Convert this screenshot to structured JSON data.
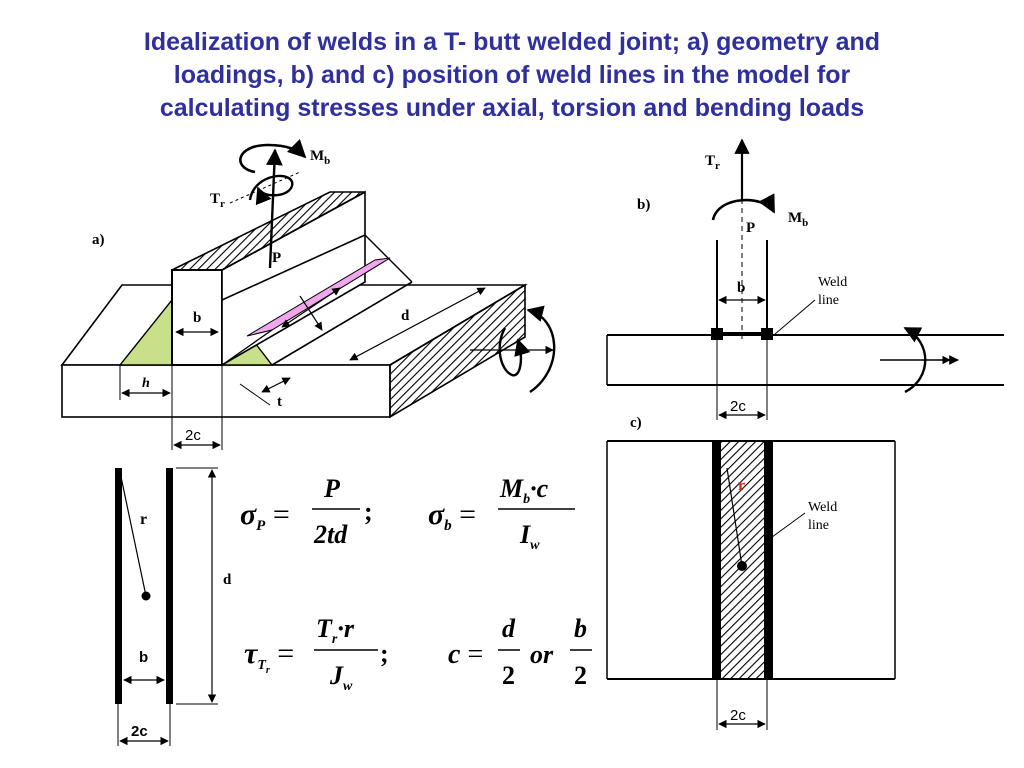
{
  "slide": {
    "title_lines": [
      "Idealization of welds in a T- butt welded joint; a) geometry and",
      "loadings, b) and c) position of weld lines in the model for",
      "calculating stresses under axial, torsion and bending loads"
    ],
    "colors": {
      "title": "#2f2f9e",
      "weld_fill": "#c8e08a",
      "plane_fill": "#f2a6ee",
      "red_label": "#e02020"
    }
  },
  "panel_a": {
    "label": "a)",
    "moment": "M",
    "moment_sub": "b",
    "torque": "T",
    "torque_sub": "r",
    "load": "P",
    "width": "b",
    "length": "d",
    "throat": "t",
    "leg": "h",
    "span": "2c"
  },
  "panel_b": {
    "label": "b)",
    "torque": "T",
    "torque_sub": "r",
    "moment": "M",
    "moment_sub": "b",
    "load": "P",
    "width": "b",
    "weld_line_1": "Weld",
    "weld_line_2": "line",
    "span": "2c"
  },
  "panel_c": {
    "label": "c)",
    "radius": "r",
    "weld_line_1": "Weld",
    "weld_line_2": "line",
    "span": "2c"
  },
  "sketch": {
    "radius": "r",
    "width": "b",
    "length": "d",
    "span": "2c"
  },
  "formulas": {
    "sigma_p_sub": "P",
    "sigma_p_num": "P",
    "sigma_p_den": "2td",
    "sigma_b_sub": "b",
    "sigma_b_num_m": "M",
    "sigma_b_num_sub": "b",
    "sigma_b_num_c": "·c",
    "sigma_b_den": "I",
    "sigma_b_den_sub": "w",
    "tau_sub": "T",
    "tau_sub_sub": "r",
    "tau_num": "T",
    "tau_num_sub": "r",
    "tau_num_r": "·r",
    "tau_den": "J",
    "tau_den_sub": "w",
    "c_lhs": "c",
    "c_num1": "d",
    "c_den1": "2",
    "c_or": "or",
    "c_num2": "b",
    "c_den2": "2"
  }
}
